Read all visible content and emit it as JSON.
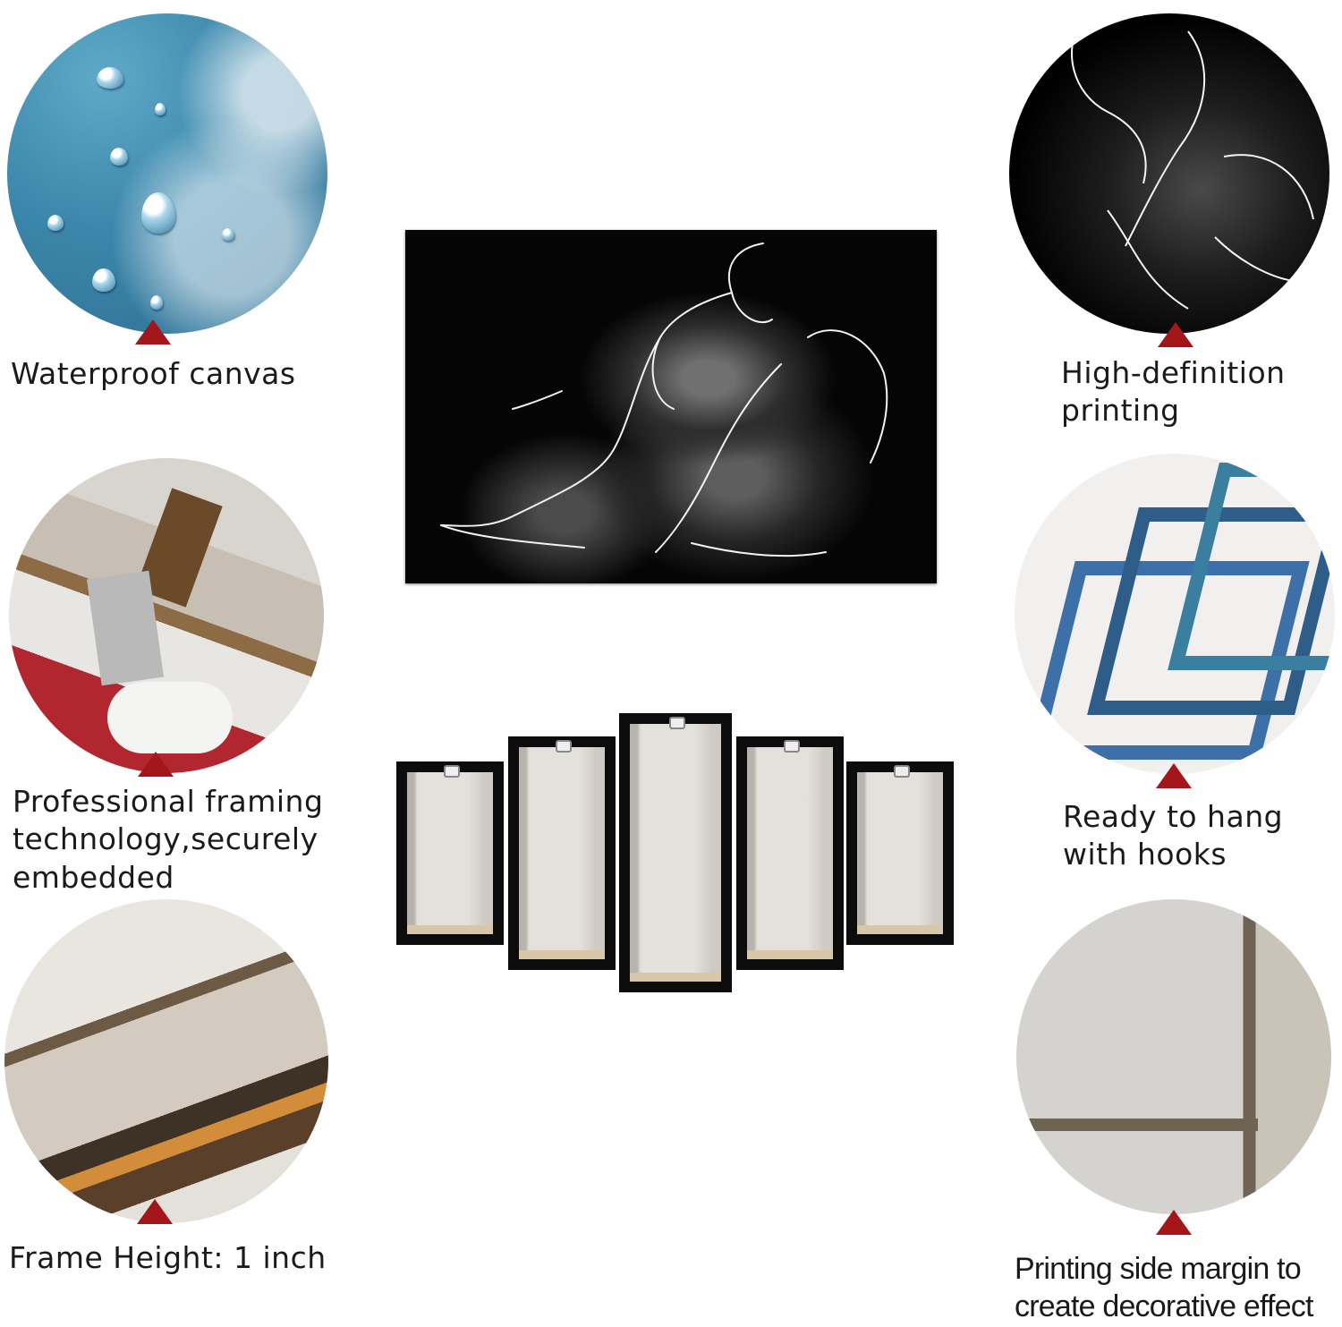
{
  "features": {
    "waterproof": "Waterproof canvas",
    "hd_line1": "High-definition",
    "hd_line2": "printing",
    "framing_line1": "Professional framing",
    "framing_line2": "technology,securely",
    "framing_line3": "embedded",
    "hang_line1": "Ready to hang",
    "hang_line2": "with hooks",
    "frame_height": "Frame Height: 1 inch",
    "margin_line1": "Printing side margin to",
    "margin_line2": "create decorative effect"
  },
  "colors": {
    "marker": "#a3161a",
    "background": "#ffffff"
  },
  "icons": [
    "triangle-marker-icon"
  ],
  "panels": 5
}
